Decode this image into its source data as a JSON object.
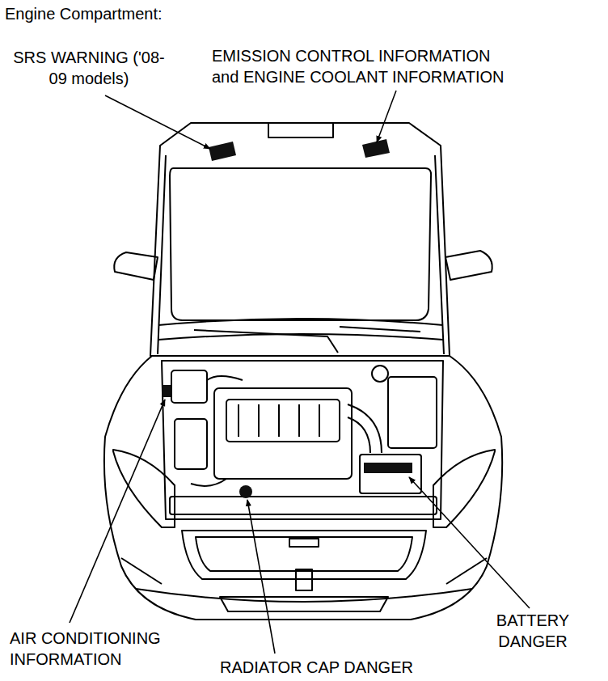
{
  "diagram": {
    "title": "Engine Compartment:",
    "labels": [
      "SRS WARNING ('08-09 models)",
      "EMISSION CONTROL INFORMATION and ENGINE COOLANT INFORMATION",
      "AIR CONDITIONING INFORMATION",
      "RADIATOR CAP DANGER",
      "BATTERY DANGER"
    ]
  }
}
